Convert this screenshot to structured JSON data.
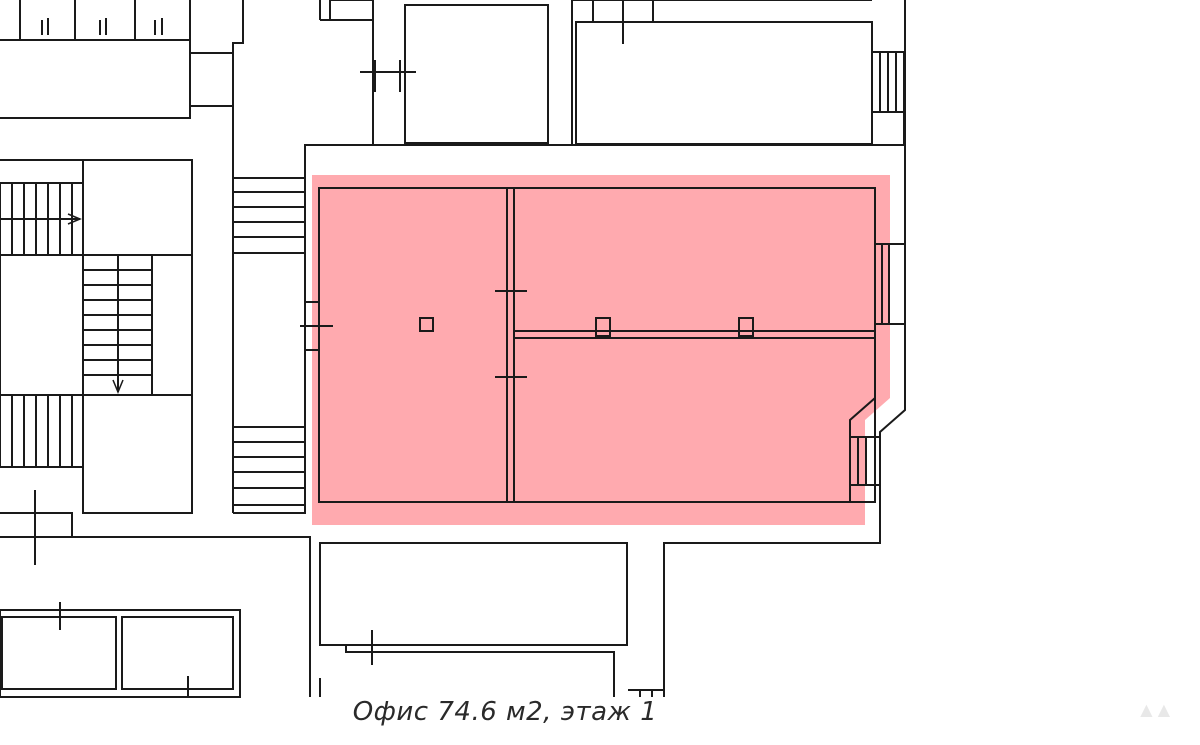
{
  "caption": "Офис 74.6 м2, этаж 1",
  "highlight": {
    "label": "Офис",
    "area_m2": 74.6,
    "floor": 1,
    "color": "#f57f85"
  },
  "colors": {
    "walls": "#1a1a1a",
    "highlight_fill": "#ffaaaf",
    "background": "#ffffff"
  },
  "watermark_icon": "triangle-icon"
}
